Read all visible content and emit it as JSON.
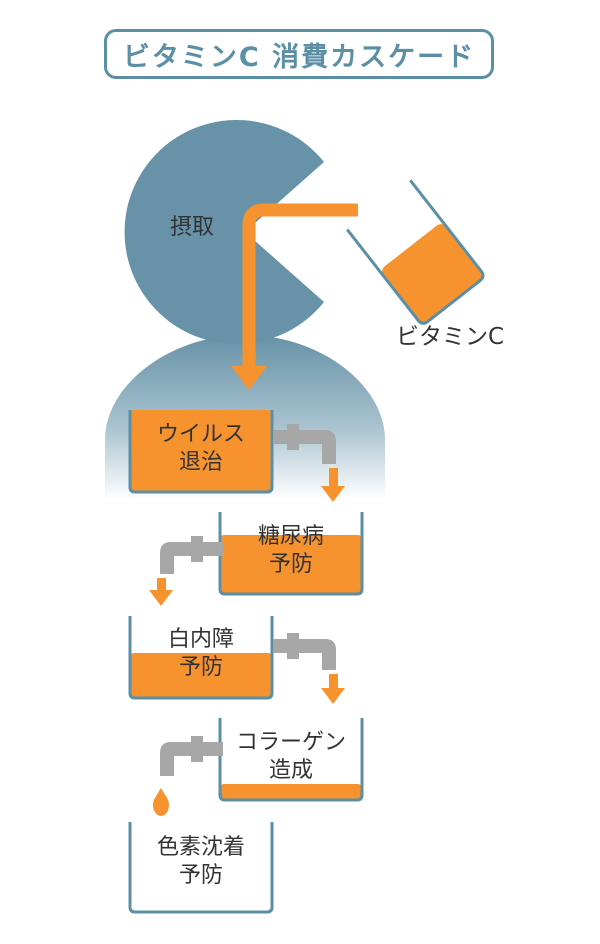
{
  "title": "ビタミンC 消費カスケード",
  "labels": {
    "intake": "摂取",
    "vitamin_c": "ビタミンC"
  },
  "tanks": [
    {
      "line1": "ウイルス",
      "line2": "退治",
      "fill_level": 1.0
    },
    {
      "line1": "糖尿病",
      "line2": "予防",
      "fill_level": 0.72
    },
    {
      "line1": "白内障",
      "line2": "予防",
      "fill_level": 0.55
    },
    {
      "line1": "コラーゲン",
      "line2": "造成",
      "fill_level": 0.2
    },
    {
      "line1": "色素沈着",
      "line2": "予防",
      "fill_level": 0.0
    }
  ],
  "colors": {
    "accent": "#5b8fa5",
    "head": "#6792a7",
    "liquid": "#f7932f",
    "faucet": "#a7a7a7",
    "tank_border": "#5b8fa5"
  }
}
